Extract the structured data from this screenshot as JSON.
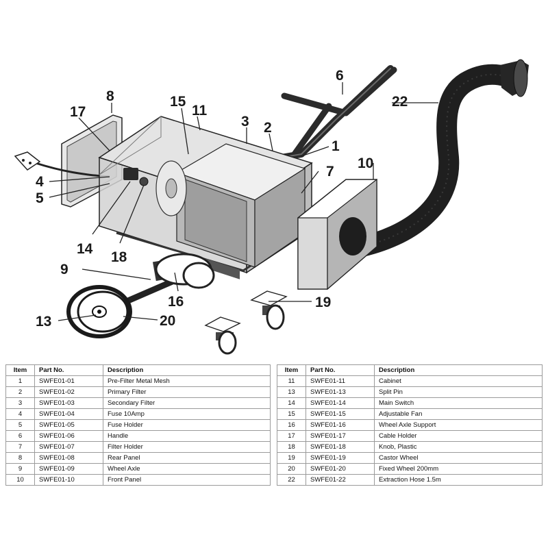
{
  "callouts": {
    "c1": "1",
    "c2": "2",
    "c3": "3",
    "c4": "4",
    "c5": "5",
    "c6": "6",
    "c7": "7",
    "c8": "8",
    "c9": "9",
    "c10": "10",
    "c11": "11",
    "c13": "13",
    "c14": "14",
    "c15": "15",
    "c16": "16",
    "c17": "17",
    "c18": "18",
    "c19": "19",
    "c20": "20",
    "c22": "22"
  },
  "table": {
    "headers": {
      "item": "Item",
      "part_no": "Part No.",
      "description": "Description"
    },
    "left": [
      {
        "item": "1",
        "part_no": "SWFE01-01",
        "description": "Pre-Filter Metal Mesh"
      },
      {
        "item": "2",
        "part_no": "SWFE01-02",
        "description": "Primary Filter"
      },
      {
        "item": "3",
        "part_no": "SWFE01-03",
        "description": "Secondary Filter"
      },
      {
        "item": "4",
        "part_no": "SWFE01-04",
        "description": "Fuse 10Amp"
      },
      {
        "item": "5",
        "part_no": "SWFE01-05",
        "description": "Fuse Holder"
      },
      {
        "item": "6",
        "part_no": "SWFE01-06",
        "description": "Handle"
      },
      {
        "item": "7",
        "part_no": "SWFE01-07",
        "description": "Filter Holder"
      },
      {
        "item": "8",
        "part_no": "SWFE01-08",
        "description": "Rear Panel"
      },
      {
        "item": "9",
        "part_no": "SWFE01-09",
        "description": "Wheel Axle"
      },
      {
        "item": "10",
        "part_no": "SWFE01-10",
        "description": "Front Panel"
      }
    ],
    "right": [
      {
        "item": "11",
        "part_no": "SWFE01-11",
        "description": "Cabinet"
      },
      {
        "item": "13",
        "part_no": "SWFE01-13",
        "description": "Split Pin"
      },
      {
        "item": "14",
        "part_no": "SWFE01-14",
        "description": "Main Switch"
      },
      {
        "item": "15",
        "part_no": "SWFE01-15",
        "description": "Adjustable Fan"
      },
      {
        "item": "16",
        "part_no": "SWFE01-16",
        "description": "Wheel Axle Support"
      },
      {
        "item": "17",
        "part_no": "SWFE01-17",
        "description": "Cable Holder"
      },
      {
        "item": "18",
        "part_no": "SWFE01-18",
        "description": "Knob, Plastic"
      },
      {
        "item": "19",
        "part_no": "SWFE01-19",
        "description": "Castor Wheel"
      },
      {
        "item": "20",
        "part_no": "SWFE01-20",
        "description": "Fixed Wheel 200mm"
      },
      {
        "item": "22",
        "part_no": "SWFE01-22",
        "description": "Extraction Hose 1.5m"
      }
    ]
  }
}
